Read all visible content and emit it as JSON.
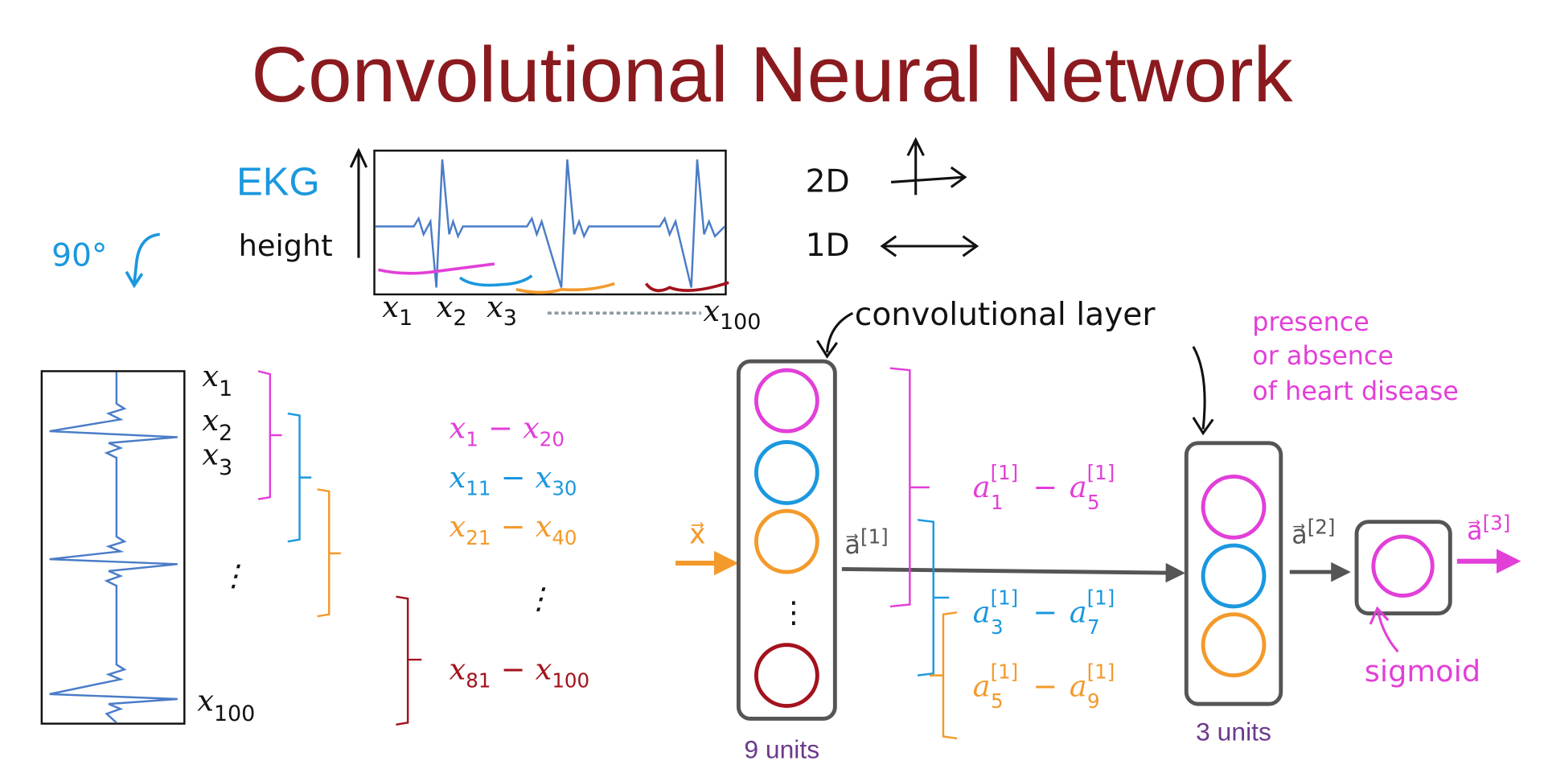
{
  "title": "Convolutional Neural Network",
  "colors": {
    "title": "#8b1a1f",
    "magenta": "#e23fd8",
    "blue": "#1b98de",
    "orange": "#f39a2b",
    "darkred": "#a3121c",
    "gray": "#555555",
    "purple": "#6b3a8c",
    "ekg_line": "#4a7cc7"
  },
  "ekg_plot": {
    "label": "EKG",
    "y_axis_label": "height",
    "x_labels": [
      {
        "base": "x",
        "sub": "1"
      },
      {
        "base": "x",
        "sub": "2"
      },
      {
        "base": "x",
        "sub": "3"
      },
      {
        "base": "x",
        "sub": "100"
      }
    ]
  },
  "rotation_note": "90°",
  "dimensions": {
    "two_d": "2D",
    "one_d": "1D"
  },
  "vertical_inputs": [
    {
      "base": "x",
      "sub": "1"
    },
    {
      "base": "x",
      "sub": "2"
    },
    {
      "base": "x",
      "sub": "3"
    },
    {
      "base": "⋮",
      "sub": ""
    },
    {
      "base": "x",
      "sub": "100"
    }
  ],
  "windows": [
    {
      "a": "x",
      "a_sub": "1",
      "dash": "−",
      "b": "x",
      "b_sub": "20"
    },
    {
      "a": "x",
      "a_sub": "11",
      "dash": "−",
      "b": "x",
      "b_sub": "30"
    },
    {
      "a": "x",
      "a_sub": "21",
      "dash": "−",
      "b": "x",
      "b_sub": "40"
    },
    {
      "a": "x",
      "a_sub": "81",
      "dash": "−",
      "b": "x",
      "b_sub": "100"
    }
  ],
  "windows_ellipsis": "⋮",
  "input_vector": "x⃗",
  "layer1": {
    "annotation": "convolutional layer",
    "units": "9 units",
    "ellipsis": "⋮",
    "output": "a⃗",
    "output_sup": "[1]"
  },
  "layer2_windows": [
    {
      "a": "a",
      "sup": "[1]",
      "a_sub": "1",
      "dash": "−",
      "b": "a",
      "b_sub": "5"
    },
    {
      "a": "a",
      "sup": "[1]",
      "a_sub": "3",
      "dash": "−",
      "b": "a",
      "b_sub": "7"
    },
    {
      "a": "a",
      "sup": "[1]",
      "a_sub": "5",
      "dash": "−",
      "b": "a",
      "b_sub": "9"
    }
  ],
  "layer2": {
    "units": "3 units",
    "output": "a⃗",
    "output_sup": "[2]"
  },
  "layer3": {
    "activation": "sigmoid",
    "output": "a⃗",
    "output_sup": "[3]"
  },
  "output_note": [
    "presence",
    "or absence",
    "of heart disease"
  ]
}
